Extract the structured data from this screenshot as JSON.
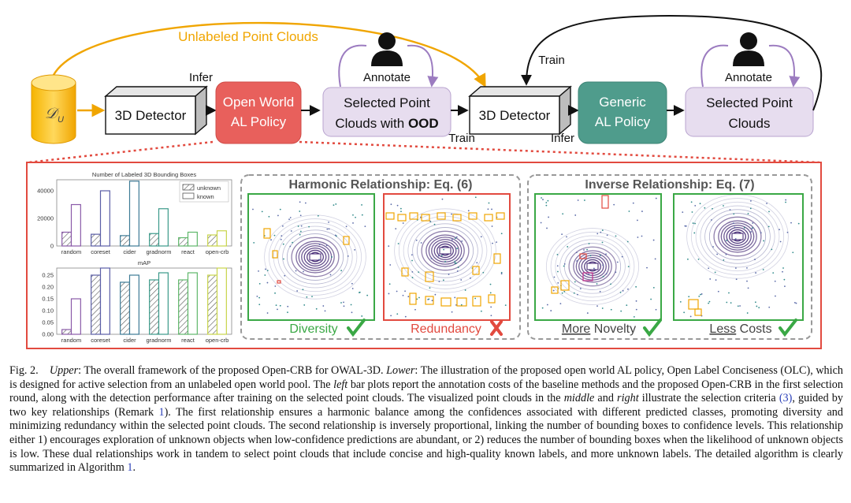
{
  "diagram": {
    "unlabeled_label": "Unlabeled Point Clouds",
    "pool_symbol": "𝒟",
    "pool_subscript": "U",
    "detector1": "3D Detector",
    "infer1": "Infer",
    "policy1_line1": "Open World",
    "policy1_line2": "AL Policy",
    "annotate1": "Annotate",
    "selected1_line1": "Selected Point",
    "selected1_line2_prefix": "Clouds with ",
    "selected1_line2_bold": "OOD",
    "train1": "Train",
    "detector2": "3D Detector",
    "train2": "Train",
    "infer2": "Infer",
    "policy2_line1": "Generic",
    "policy2_line2": "AL Policy",
    "annotate2": "Annotate",
    "selected2_line1": "Selected Point",
    "selected2_line2": "Clouds",
    "colors": {
      "orange": "#f0a500",
      "red_box": "#e8605c",
      "purple_box": "#e7ddef",
      "teal_box": "#4f9c8c",
      "purple_arrow": "#9c7cc0",
      "dashed_red": "#e24a3f"
    }
  },
  "charts": {
    "top": {
      "title": "Number of Labeled 3D Bounding Boxes",
      "legend": [
        "unknown",
        "known"
      ],
      "yticks": [
        "40000",
        "20000",
        "0"
      ],
      "categories": [
        "random",
        "coreset",
        "cider",
        "gradnorm",
        "react",
        "open-crb"
      ]
    },
    "bottom": {
      "title": "mAP",
      "yticks": [
        "0.25",
        "0.20",
        "0.15",
        "0.10",
        "0.05",
        "0.00"
      ],
      "categories": [
        "random",
        "coreset",
        "cider",
        "gradnorm",
        "react",
        "open-crb"
      ]
    }
  },
  "chart_data": [
    {
      "type": "bar",
      "title": "Number of Labeled 3D Bounding Boxes",
      "categories": [
        "random",
        "coreset",
        "cider",
        "gradnorm",
        "react",
        "open-crb"
      ],
      "series": [
        {
          "name": "unknown",
          "values": [
            10000,
            8500,
            7500,
            9000,
            6000,
            8000
          ]
        },
        {
          "name": "known",
          "values": [
            30000,
            40000,
            47000,
            27000,
            10000,
            11000
          ]
        }
      ],
      "ylim": [
        0,
        48000
      ]
    },
    {
      "type": "bar",
      "title": "mAP",
      "categories": [
        "random",
        "coreset",
        "cider",
        "gradnorm",
        "react",
        "open-crb"
      ],
      "series": [
        {
          "values": [
            0.02,
            0.25,
            0.22,
            0.23,
            0.23,
            0.25
          ]
        },
        {
          "values": [
            0.15,
            0.28,
            0.25,
            0.26,
            0.26,
            0.28
          ]
        }
      ],
      "ylim": [
        0,
        0.28
      ]
    }
  ],
  "panels": {
    "harmonic_title": "Harmonic Relationship: Eq. (6)",
    "inverse_title": "Inverse Relationship: Eq. (7)",
    "diversity": "Diversity",
    "redundancy": "Redundancy",
    "more": "More",
    "novelty": " Novelty",
    "less": "Less",
    "costs": " Costs"
  },
  "caption": {
    "fig": "Fig. 2.",
    "upper_label": "Upper",
    "upper_text": ": The overall framework of the proposed Open-CRB for OWAL-3D. ",
    "lower_label": "Lower",
    "lower_text": ": The illustration of the proposed open world AL policy, Open Label Conciseness (OLC), which is designed for active selection from an unlabeled open world pool. The ",
    "left_word": "left",
    "part3": " bar plots report the annotation costs of the baseline methods and the proposed Open-CRB in the first selection round, along with the detection performance after training on the selected point clouds. The visualized point clouds in the ",
    "middle_word": "middle",
    "and_word": " and ",
    "right_word": "right",
    "part4": " illustrate the selection criteria ",
    "ref3": "(3)",
    "part5": ", guided by two key relationships (Remark ",
    "ref_remark": "1",
    "part6": "). The first relationship ensures a harmonic balance among the confidences associated with different predicted classes, promoting diversity and minimizing redundancy within the selected point clouds. The second relationship is inversely proportional, linking the number of bounding boxes to confidence levels. This relationship either 1) encourages exploration of unknown objects when low-confidence predictions are abundant, or 2) reduces the number of bounding boxes when the likelihood of unknown objects is low. These dual relationships work in tandem to select point clouds that include concise and high-quality known labels, and more unknown labels. The detailed algorithm is clearly summarized in Algorithm ",
    "ref_alg": "1",
    "end": "."
  }
}
